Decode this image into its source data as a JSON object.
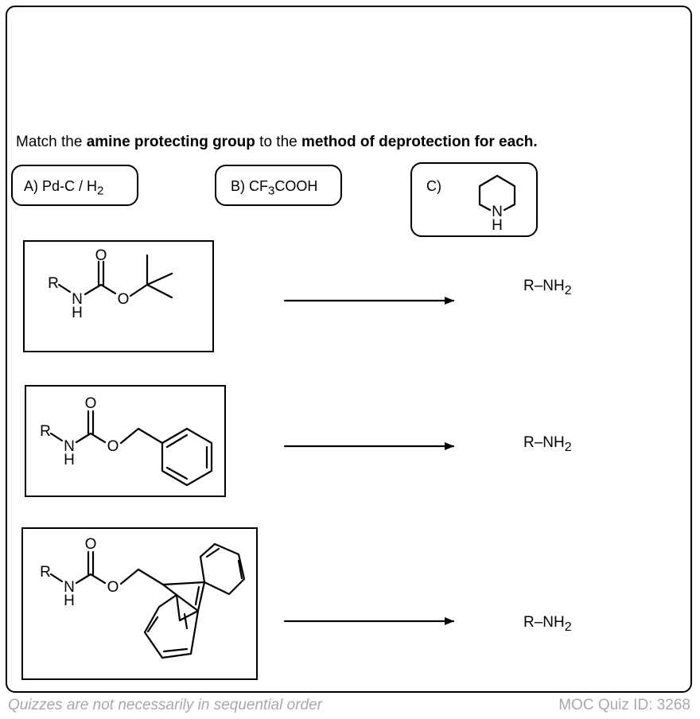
{
  "question": {
    "intro": "Match the ",
    "bold1": "amine protecting group",
    "middle": " to the ",
    "bold2": "method of deprotection for each."
  },
  "options": {
    "a": {
      "prefix": "A) Pd-C / H",
      "sub": "2"
    },
    "b": {
      "prefix": "B) CF",
      "sub": "3",
      "suffix": "COOH"
    },
    "c": {
      "label": "C)",
      "ring_atom": "N",
      "ring_h": "H"
    }
  },
  "atoms": {
    "r": "R",
    "n": "N",
    "h": "H",
    "o": "O"
  },
  "product": {
    "text": "R–NH",
    "sub": "2"
  },
  "footer": {
    "note": "Quizzes are not necessarily in sequential order",
    "quiz_id": "MOC Quiz ID: 3268"
  }
}
